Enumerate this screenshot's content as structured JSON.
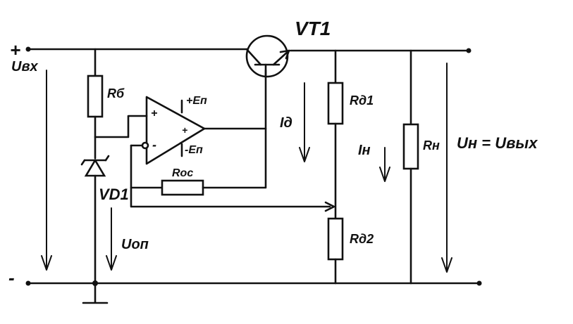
{
  "labels": {
    "plus": "+",
    "minus": "-",
    "u_in": "Uвх",
    "r_b": "Rб",
    "vt1": "VT1",
    "plus_ep": "+Eп",
    "minus_ep": "-Eп",
    "op_plus": "+",
    "op_minus": "-",
    "op_out_plus": "+",
    "i_d": "Iд",
    "r_d1": "Rд1",
    "i_n": "Iн",
    "r_n": "Rн",
    "u_out": "Uн = Uвых",
    "r_os": "Roc",
    "vd1": "VD1",
    "u_op": "Uоп",
    "r_d2": "Rд2"
  }
}
